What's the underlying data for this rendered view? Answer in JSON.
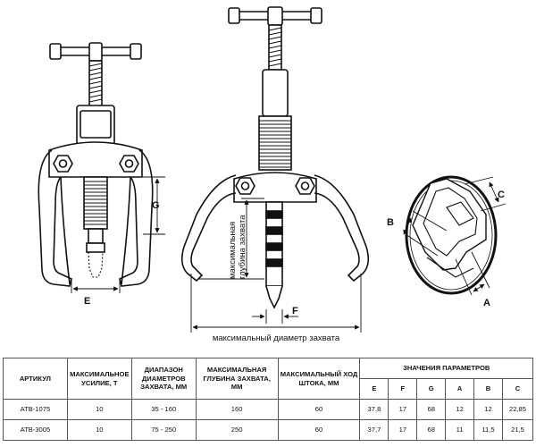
{
  "diagram": {
    "labels": {
      "g": "G",
      "e": "E",
      "f": "F",
      "a": "A",
      "b": "B",
      "c": "C",
      "max_depth_line1": "максимальная",
      "max_depth_line2": "глубина захвата",
      "max_diameter": "максимальный диаметр захвата"
    }
  },
  "table": {
    "headers": {
      "article": "АРТИКУЛ",
      "max_force": "МАКСИМАЛЬНОЕ УСИЛИЕ, Т",
      "diam_range": "ДИАПАЗОН ДИАМЕТРОВ ЗАХВАТА, ММ",
      "max_depth": "МАКСИМАЛЬНАЯ ГЛУБИНА ЗАХВАТА, ММ",
      "max_stroke": "МАКСИМАЛЬНЫЙ ХОД ШТОКА, ММ",
      "params": "ЗНАЧЕНИЯ ПАРАМЕТРОВ"
    },
    "param_cols": [
      "E",
      "F",
      "G",
      "A",
      "B",
      "C"
    ],
    "rows": [
      {
        "article": "АТВ-1075",
        "force": "10",
        "range": "35 - 160",
        "depth": "160",
        "stroke": "60",
        "params": [
          "37,8",
          "17",
          "68",
          "12",
          "12",
          "22,85"
        ]
      },
      {
        "article": "АТВ-3005",
        "force": "10",
        "range": "75 - 250",
        "depth": "250",
        "stroke": "60",
        "params": [
          "37,7",
          "17",
          "68",
          "11",
          "11,5",
          "21,5"
        ]
      }
    ]
  }
}
